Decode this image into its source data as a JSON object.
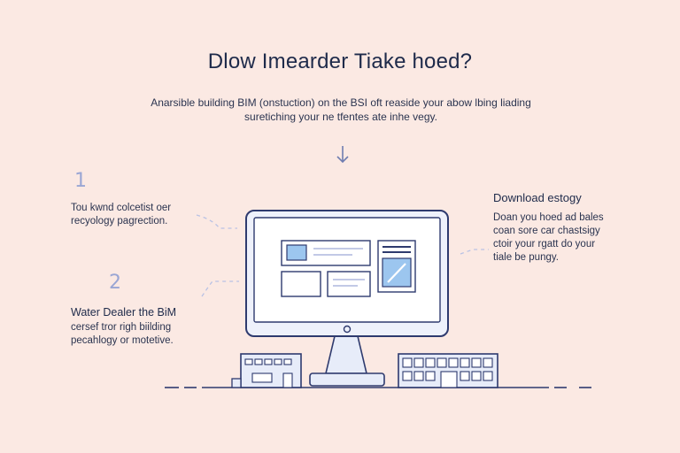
{
  "title": "Dlow Imearder Tiake hoed?",
  "subtitle_lines": [
    "Anarsible building BIM (onstuction) on the BSI oft reaside your abow lbing liading",
    "suretiching your ne tfentes ate inhe vegy."
  ],
  "steps": [
    {
      "number": "1",
      "heading": "",
      "lines": [
        "Tou kwnd colcetist oer",
        "recyology pagrection."
      ]
    },
    {
      "number": "2",
      "heading": "Water Dealer the BiM",
      "lines": [
        "cersef tror righ biilding",
        "pecahlogy or motetive."
      ]
    }
  ],
  "right": {
    "heading": "Download estogy",
    "lines": [
      "Doan you hoed ad bales",
      "coan sore car chastsigy",
      "ctoir your rgatt do your",
      "tiale be pungy."
    ]
  },
  "colors": {
    "background": "#fbe9e3",
    "outline": "#2e3a6e",
    "accent_blue": "#9cc6ef",
    "step_number": "#9aa6d4"
  }
}
